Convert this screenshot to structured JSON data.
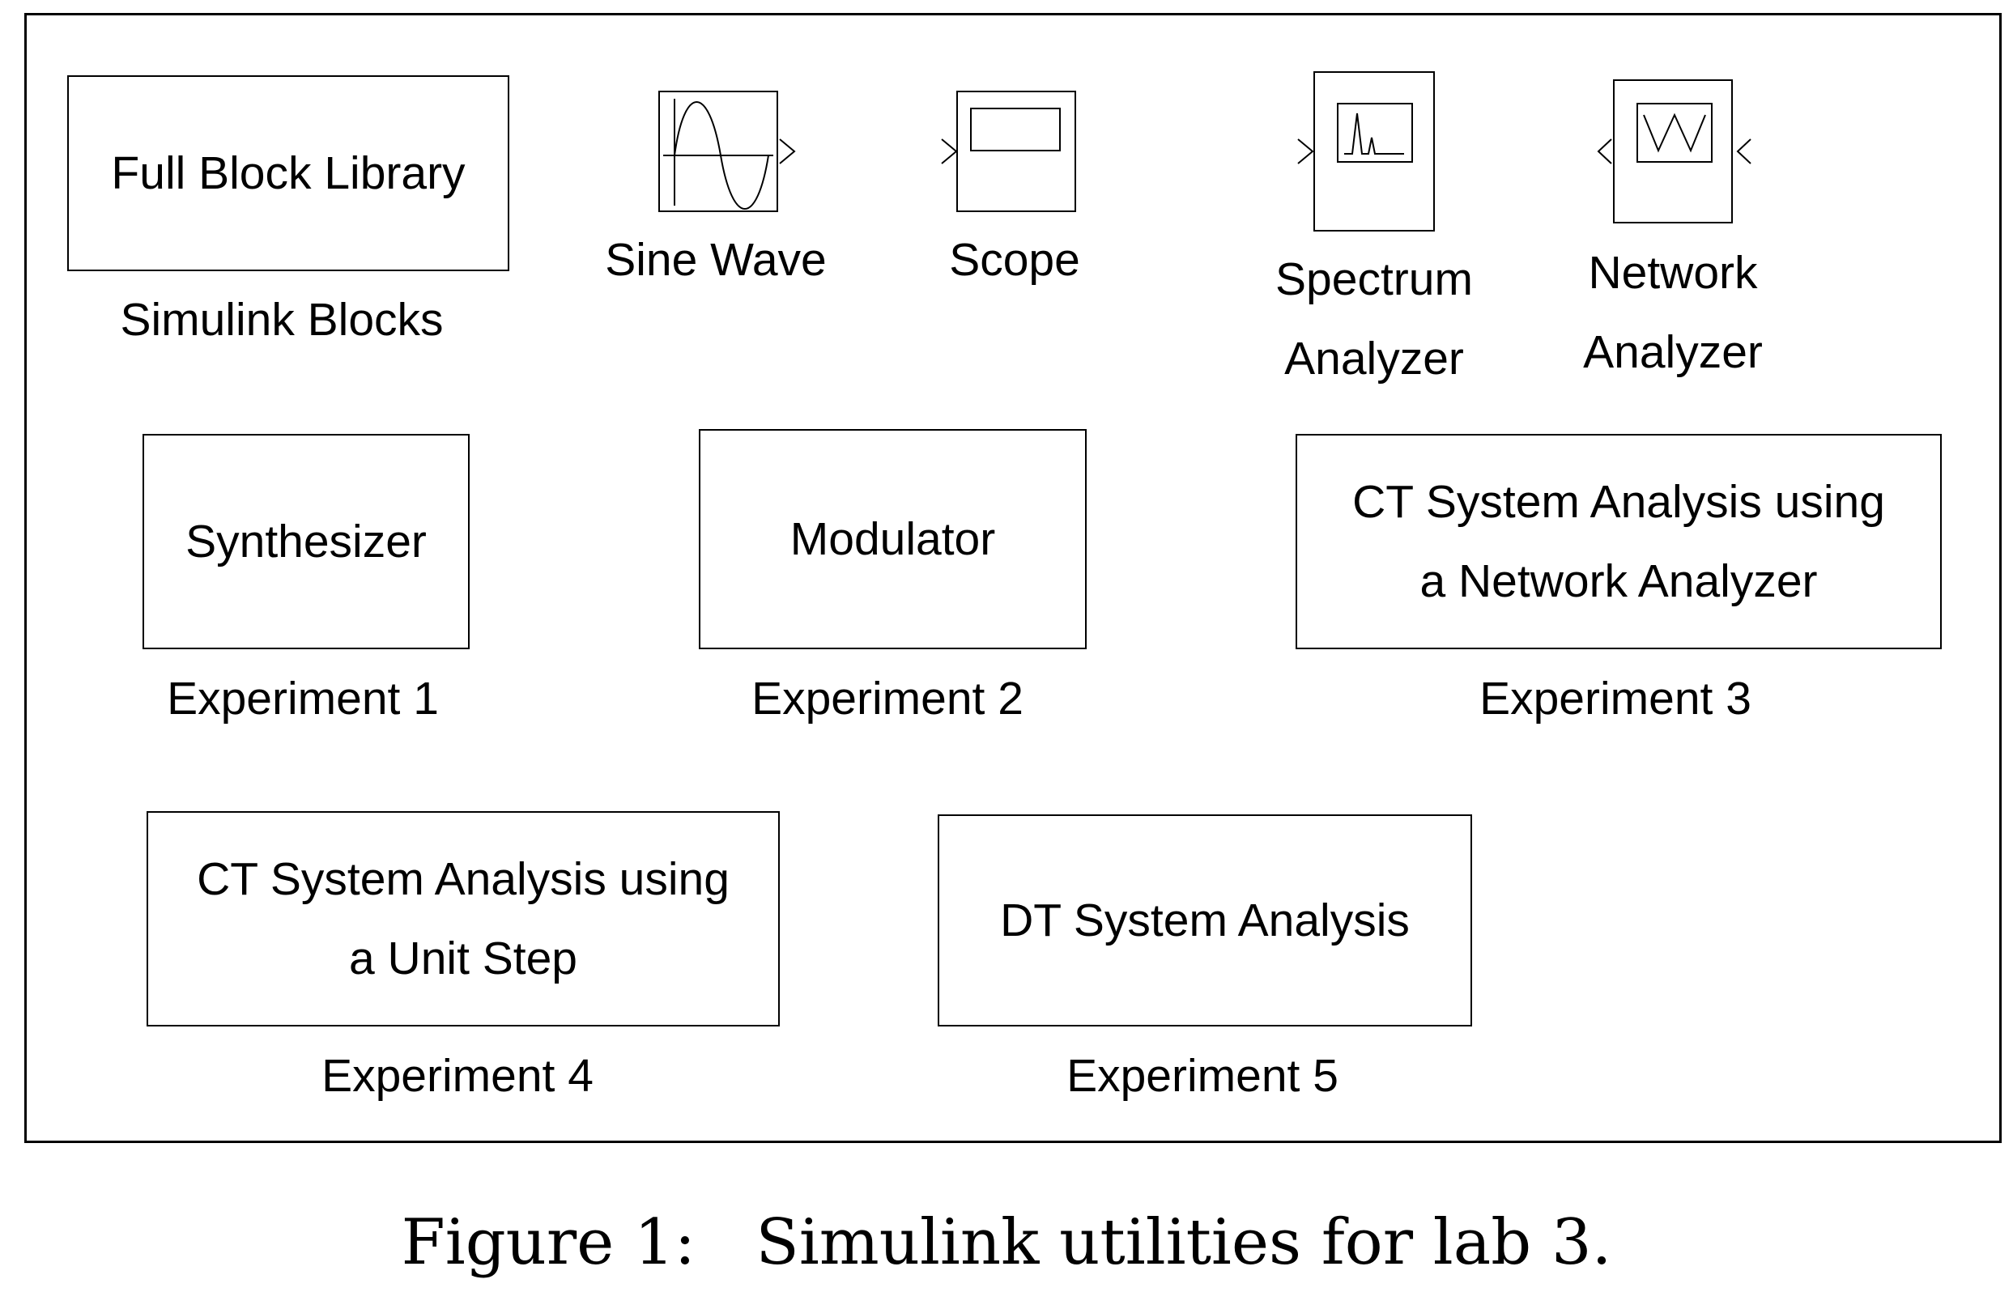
{
  "blocks": {
    "full_library": {
      "text": "Full Block Library",
      "label": "Simulink Blocks"
    },
    "sine_wave": {
      "label": "Sine Wave"
    },
    "scope": {
      "label": "Scope"
    },
    "spectrum_analyzer": {
      "label_line1": "Spectrum",
      "label_line2": "Analyzer"
    },
    "network_analyzer": {
      "label_line1": "Network",
      "label_line2": "Analyzer"
    },
    "synthesizer": {
      "text": "Synthesizer",
      "label": "Experiment 1"
    },
    "modulator": {
      "text": "Modulator",
      "label": "Experiment 2"
    },
    "ct_network": {
      "line1": "CT System Analysis using",
      "line2": "a Network Analyzer",
      "label": "Experiment 3"
    },
    "ct_step": {
      "line1": "CT System Analysis using",
      "line2": "a Unit Step",
      "label": "Experiment 4"
    },
    "dt_system": {
      "text": "DT System Analysis",
      "label": "Experiment 5"
    }
  },
  "caption": {
    "prefix": "Figure 1:",
    "text": "Simulink utilities for lab 3."
  },
  "icons": [
    "sine-wave-icon",
    "scope-icon",
    "spectrum-analyzer-icon",
    "network-analyzer-icon"
  ]
}
